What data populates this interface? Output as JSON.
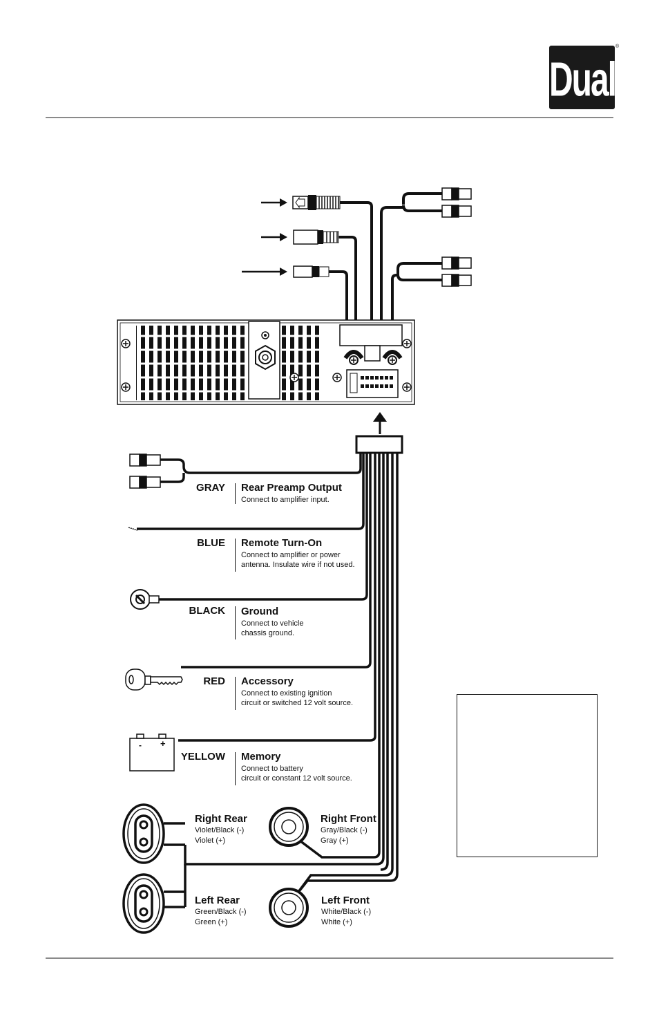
{
  "brand": {
    "logo_text": "Dual",
    "registered_mark": "®"
  },
  "colors": {
    "ink": "#111111",
    "rule": "#8a8a8a",
    "logo_bg": "#1a1a1a"
  },
  "wires": [
    {
      "color_name": "GRAY",
      "function": "Rear Preamp Output",
      "desc": [
        "Connect to amplifier input."
      ]
    },
    {
      "color_name": "BLUE",
      "function": "Remote Turn-On",
      "desc": [
        "Connect to amplifier or power",
        "antenna. Insulate wire if not used."
      ]
    },
    {
      "color_name": "BLACK",
      "function": "Ground",
      "desc": [
        "Connect to vehicle",
        "chassis ground."
      ]
    },
    {
      "color_name": "RED",
      "function": "Accessory",
      "desc": [
        "Connect to existing ignition",
        "circuit or switched 12 volt source."
      ]
    },
    {
      "color_name": "YELLOW",
      "function": "Memory",
      "desc": [
        "Connect to battery",
        "circuit or constant 12 volt source."
      ]
    }
  ],
  "speakers": [
    {
      "name": "Right Rear",
      "neg": "Violet/Black (-)",
      "pos": "Violet (+)"
    },
    {
      "name": "Right Front",
      "neg": "Gray/Black (-)",
      "pos": "Gray (+)"
    },
    {
      "name": "Left Rear",
      "neg": "Green/Black (-)",
      "pos": "Green (+)"
    },
    {
      "name": "Left Front",
      "neg": "White/Black (-)",
      "pos": "White (+)"
    }
  ],
  "battery": {
    "neg_symbol": "-",
    "pos_symbol": "+"
  }
}
